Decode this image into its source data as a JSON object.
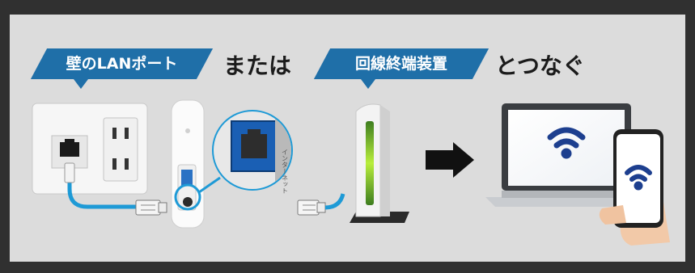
{
  "headline": {
    "tag1": "壁のLANポート",
    "connector1": "または",
    "tag2": "回線終端装置",
    "connector2": "とつなぐ"
  },
  "router_side_label": "インターネット",
  "colors": {
    "background": "#303030",
    "panel": "#dcdcdc",
    "accent_blue": "#1f6fa8",
    "cable_blue": "#1e9ad6",
    "wifi_blue": "#1d3f8f",
    "arrow": "#111111",
    "led_green": "#a6e03a"
  },
  "icons": [
    "wall-outlet-icon",
    "router-icon",
    "ethernet-plug-icon",
    "ont-device-icon",
    "right-arrow-icon",
    "laptop-icon",
    "smartphone-icon",
    "wifi-icon"
  ]
}
